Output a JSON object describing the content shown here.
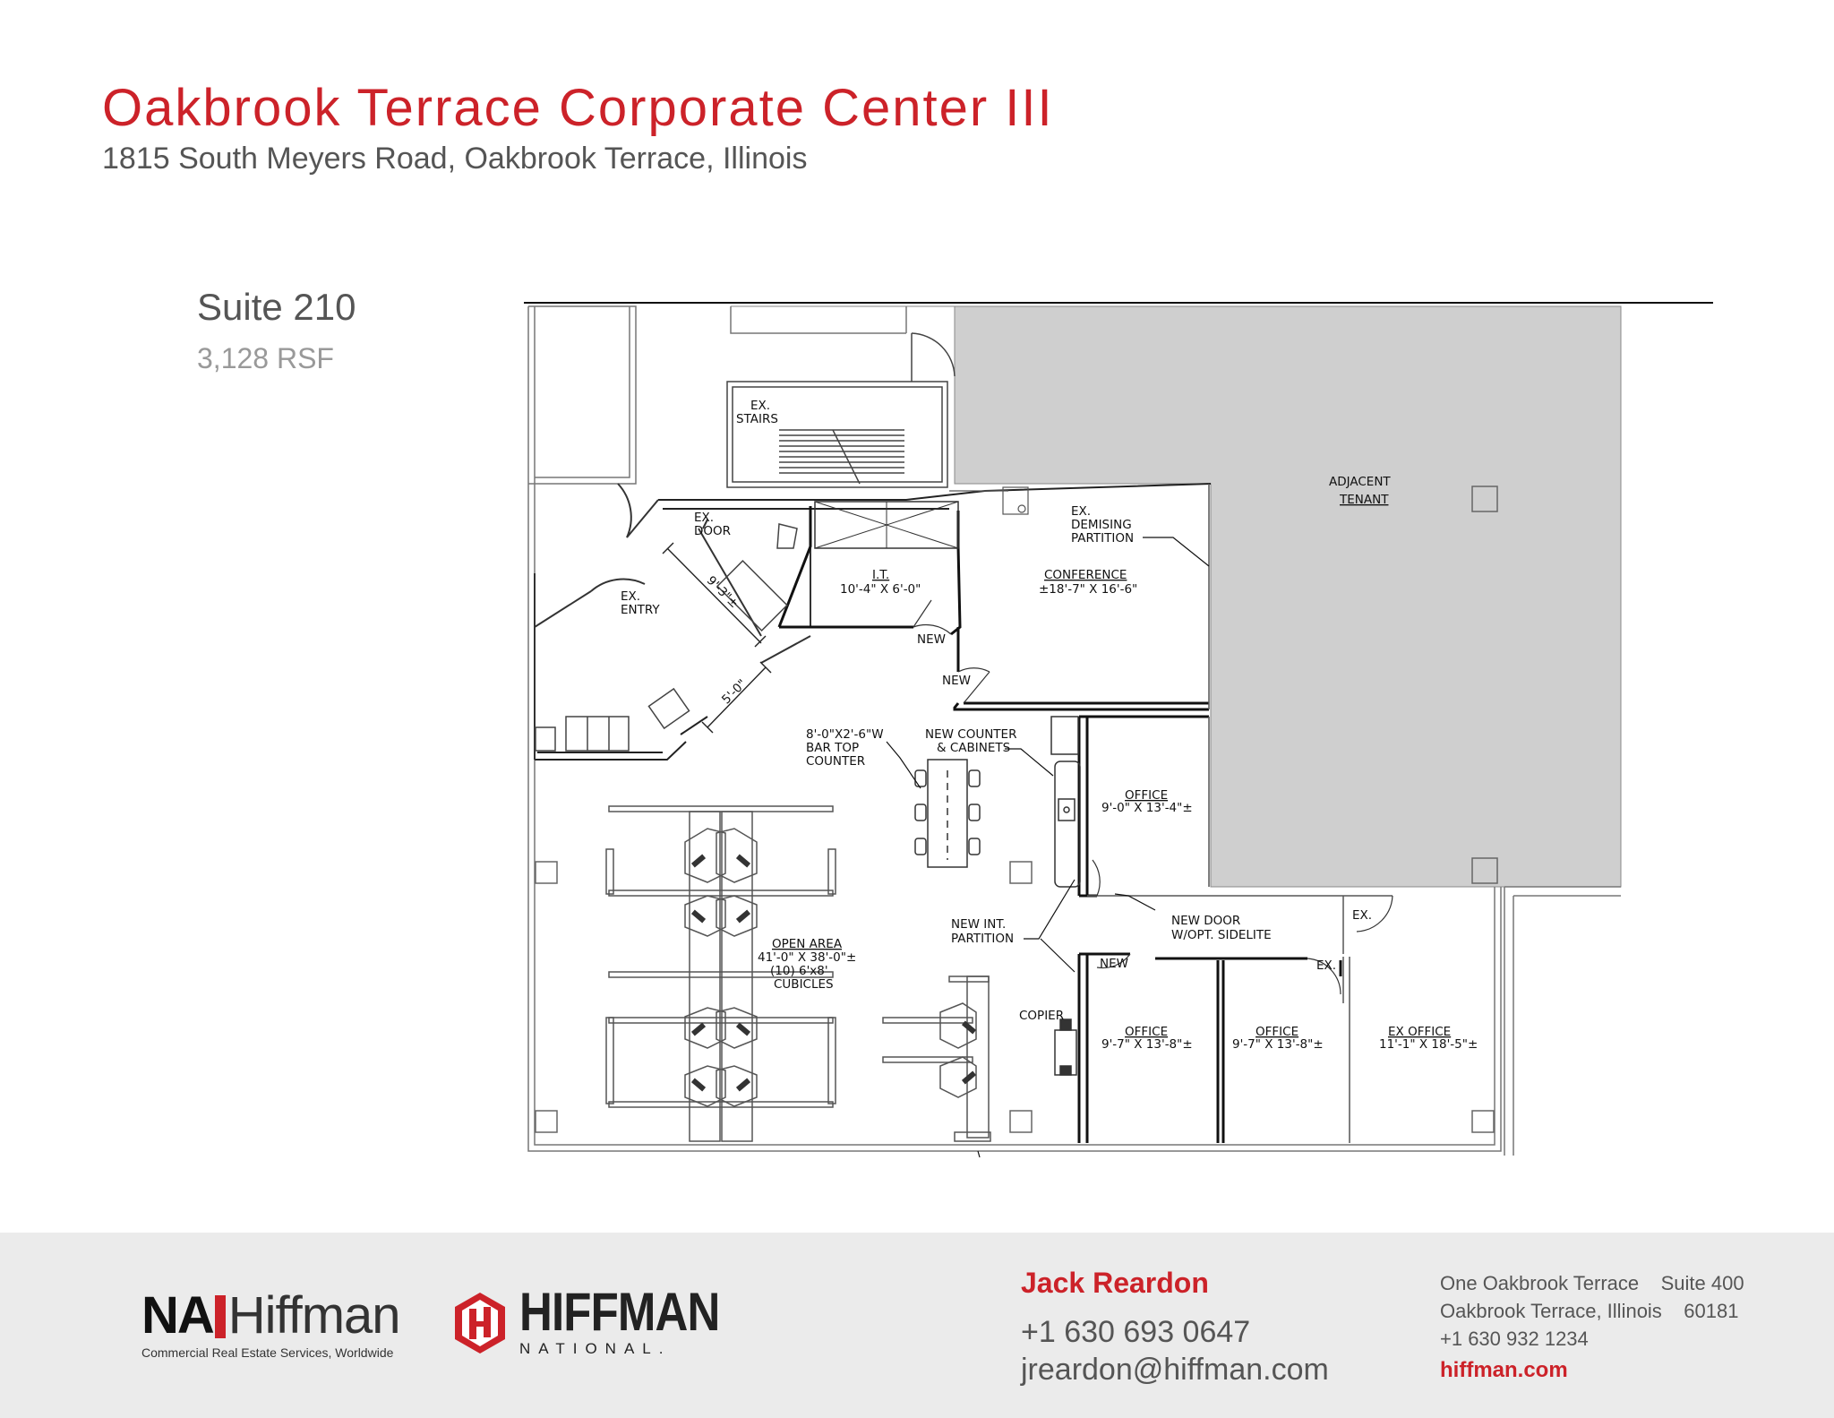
{
  "header": {
    "title": "Oakbrook Terrace Corporate Center III",
    "address": "1815 South Meyers Road, Oakbrook Terrace, Illinois"
  },
  "suite": {
    "name": "Suite 210",
    "area": "3,128 RSF"
  },
  "plan_labels": {
    "ex_stairs": [
      "EX.",
      "STAIRS"
    ],
    "ex_door": [
      "EX.",
      "DOOR"
    ],
    "ex_entry": [
      "EX.",
      "ENTRY"
    ],
    "dim_9_3": "9'-3\"±",
    "dim_5_0": "5'-0\"",
    "it_room": [
      "I.T.",
      "10'-4\" X 6'-0\""
    ],
    "new_1": "NEW",
    "new_2": "NEW",
    "new_3": "NEW",
    "ex_demising": [
      "EX.",
      "DEMISING",
      "PARTITION"
    ],
    "conference": [
      "CONFERENCE",
      "±18'-7\" X 16'-6\""
    ],
    "adjacent_tenant": [
      "ADJACENT",
      "TENANT"
    ],
    "bar_top": [
      "8'-0\"X2'-6\"W",
      "BAR TOP",
      "COUNTER"
    ],
    "new_counter": [
      "NEW COUNTER",
      "& CABINETS"
    ],
    "office_1": [
      "OFFICE",
      "9'-0\" X 13'-4\"±"
    ],
    "open_area": [
      "OPEN AREA",
      "41'-0\" X 38'-0\"±",
      "(10) 6'x8'",
      "CUBICLES"
    ],
    "new_int_partition": [
      "NEW INT.",
      "PARTITION"
    ],
    "new_door": [
      "NEW DOOR",
      "W/OPT. SIDELITE"
    ],
    "ex_1": "EX.",
    "ex_2": "EX.",
    "copier": "COPIER",
    "office_2": [
      "OFFICE",
      "9'-7\" X 13'-8\"±"
    ],
    "office_3": [
      "OFFICE",
      "9'-7\" X 13'-8\"±"
    ],
    "ex_office": [
      "EX OFFICE",
      "11'-1\" X 18'-5\"±"
    ]
  },
  "colors": {
    "brand_red": "#cc2229",
    "adjacent_fill": "#cfcfcf",
    "footer_bg": "#ebebeb"
  },
  "footer": {
    "nai_logo": {
      "na": "NA",
      "hiffman": "Hiffman",
      "tagline": "Commercial Real Estate Services, Worldwide"
    },
    "hiffman_national": {
      "big": "HIFFMAN",
      "small": "NATIONAL."
    },
    "contact": {
      "name": "Jack Reardon",
      "phone": "+1 630 693 0647",
      "email": "jreardon@hiffman.com"
    },
    "office": {
      "line1": "One Oakbrook Terrace    Suite 400",
      "line2": "Oakbrook Terrace, Illinois    60181",
      "phone": "+1 630 932 1234",
      "website": "hiffman.com"
    }
  }
}
